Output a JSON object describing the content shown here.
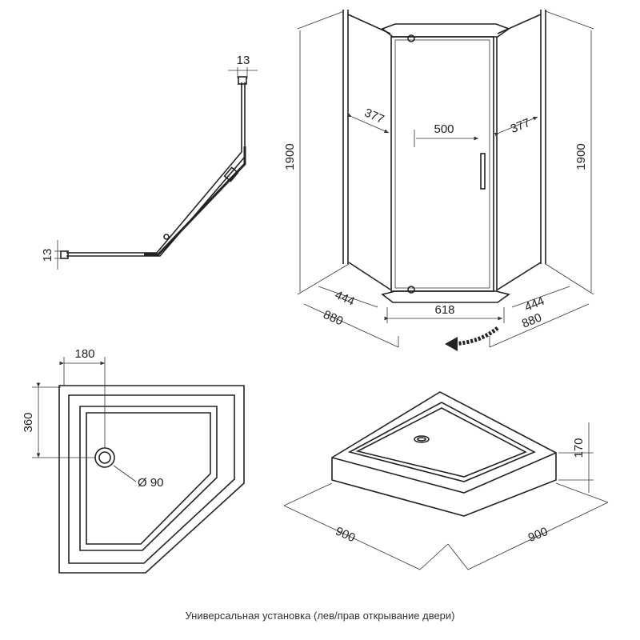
{
  "profile": {
    "top_dim": "13",
    "left_dim": "13"
  },
  "enclosure": {
    "height_left": "1900",
    "height_right": "1900",
    "side_panel_left": "377",
    "door_width": "500",
    "side_panel_right": "377",
    "base_left": "444",
    "base_right": "444",
    "front": "618",
    "depth_left": "880",
    "depth_right": "880"
  },
  "tray_plan": {
    "drain_offset_x": "180",
    "drain_offset_y": "360",
    "drain_diameter": "Ø 90"
  },
  "tray_3d": {
    "height": "170",
    "width_left": "900",
    "width_right": "900"
  },
  "caption": "Универсальная установка (лев/прав открывание двери)"
}
